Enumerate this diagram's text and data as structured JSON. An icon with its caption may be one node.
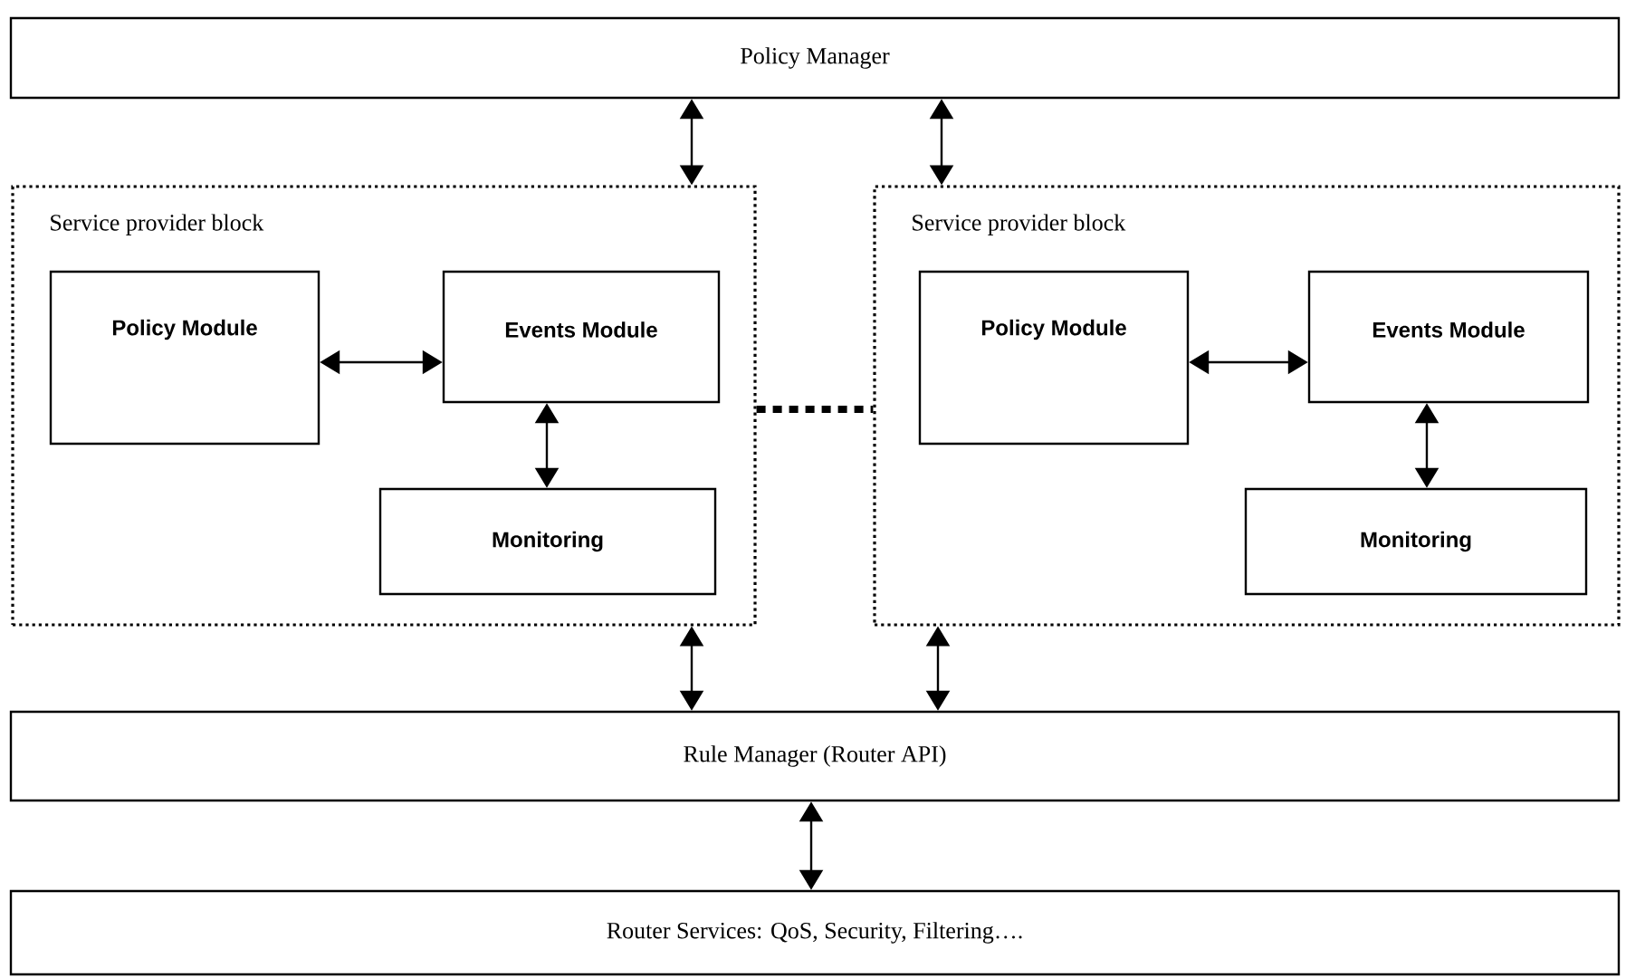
{
  "diagram": {
    "nodes": [
      {
        "text": [
          "Policy  Manager"
        ]
      },
      {
        "text": [
          "Service provider block"
        ]
      },
      {
        "text": [
          "Policy Module"
        ],
        "in": 1
      },
      {
        "text": [
          "Events Module"
        ],
        "in": 1
      },
      {
        "text": [
          "Monitoring"
        ],
        "in": 1
      },
      {
        "text": [
          "Service provider block"
        ]
      },
      {
        "text": [
          "Policy Module"
        ],
        "in": 5
      },
      {
        "text": [
          "Events Module"
        ],
        "in": 5
      },
      {
        "text": [
          "Monitoring"
        ],
        "in": 5
      },
      {
        "text": [
          "Rule Manager (Router API)"
        ]
      },
      {
        "text": [
          "Router Services: QoS, Security, Filtering…."
        ]
      }
    ],
    "edges": [
      {
        "from": 0,
        "to": 1,
        "arrow": "both"
      },
      {
        "from": 0,
        "to": 5,
        "arrow": "both"
      },
      {
        "from": 2,
        "to": 3,
        "arrow": "both"
      },
      {
        "from": 3,
        "to": 4,
        "arrow": "both"
      },
      {
        "from": 6,
        "to": 7,
        "arrow": "both"
      },
      {
        "from": 7,
        "to": 8,
        "arrow": "both"
      },
      {
        "from": 1,
        "to": 5,
        "arrow": "none",
        "style": "dashed"
      },
      {
        "from": 1,
        "to": 9,
        "arrow": "both"
      },
      {
        "from": 5,
        "to": 9,
        "arrow": "both"
      },
      {
        "from": 9,
        "to": 10,
        "arrow": "both"
      }
    ]
  }
}
